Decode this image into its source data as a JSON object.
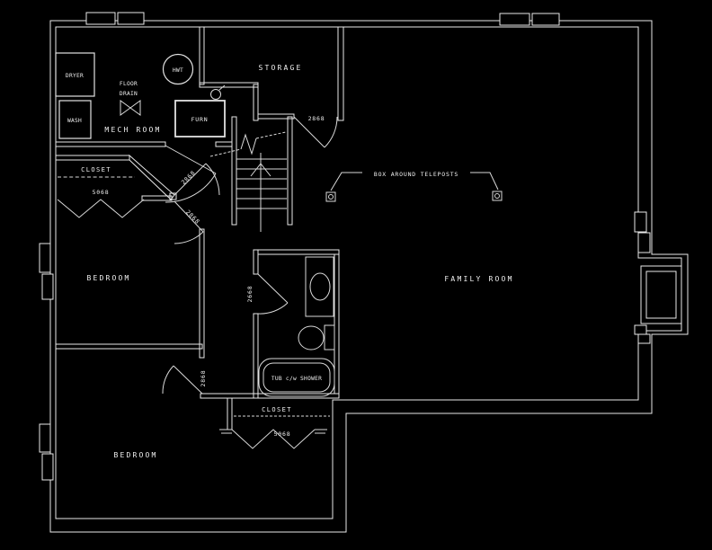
{
  "rooms": {
    "storage": "STORAGE",
    "mech_room": "MECH ROOM",
    "bedroom_upper": "BEDROOM",
    "bedroom_lower": "BEDROOM",
    "family_room": "FAMILY ROOM"
  },
  "fixtures": {
    "dryer": "DRYER",
    "washer": "WASH",
    "hot_water_tank": "HWT",
    "furnace": "FURN",
    "floor_drain_line1": "FLOOR",
    "floor_drain_line2": "DRAIN",
    "tub": "TUB c/w SHOWER"
  },
  "closets": {
    "upper_label": "CLOSET",
    "upper_door_size": "5068",
    "lower_label": "CLOSET",
    "lower_door_size": "5068"
  },
  "doors": {
    "storage": "2868",
    "hall_upper": "2868",
    "bedroom_upper": "2868",
    "bathroom": "2668",
    "bedroom_lower": "2868"
  },
  "annotations": {
    "teleposts": "BOX AROUND TELEPOSTS"
  },
  "colors": {
    "background": "#000000",
    "lines": "#efefef"
  }
}
